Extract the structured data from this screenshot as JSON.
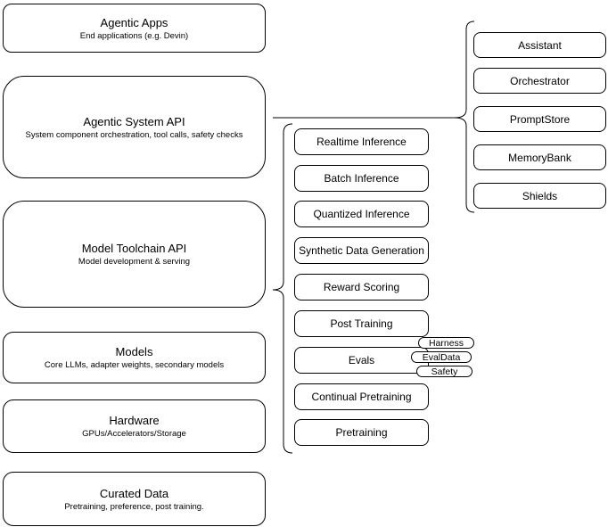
{
  "colors": {
    "stroke": "#000000",
    "background": "#ffffff",
    "text": "#000000"
  },
  "left_column": [
    {
      "title": "Agentic Apps",
      "subtitle": "End applications (e.g. Devin)"
    },
    {
      "title": "Agentic System API",
      "subtitle": "System component orchestration, tool calls, safety checks"
    },
    {
      "title": "Model Toolchain API",
      "subtitle": "Model development & serving"
    },
    {
      "title": "Models",
      "subtitle": "Core LLMs, adapter weights, secondary models"
    },
    {
      "title": "Hardware",
      "subtitle": "GPUs/Accelerators/Storage"
    },
    {
      "title": "Curated Data",
      "subtitle": "Pretraining, preference, post training."
    }
  ],
  "middle_group": {
    "items": [
      "Realtime Inference",
      "Batch Inference",
      "Quantized Inference",
      "Synthetic Data Generation",
      "Reward Scoring",
      "Post Training",
      "Evals",
      "Continual Pretraining",
      "Pretraining"
    ]
  },
  "eval_tags": {
    "items": [
      "Harness",
      "EvalData",
      "Safety"
    ]
  },
  "right_group": {
    "items": [
      "Assistant",
      "Orchestrator",
      "PromptStore",
      "MemoryBank",
      "Shields"
    ]
  }
}
